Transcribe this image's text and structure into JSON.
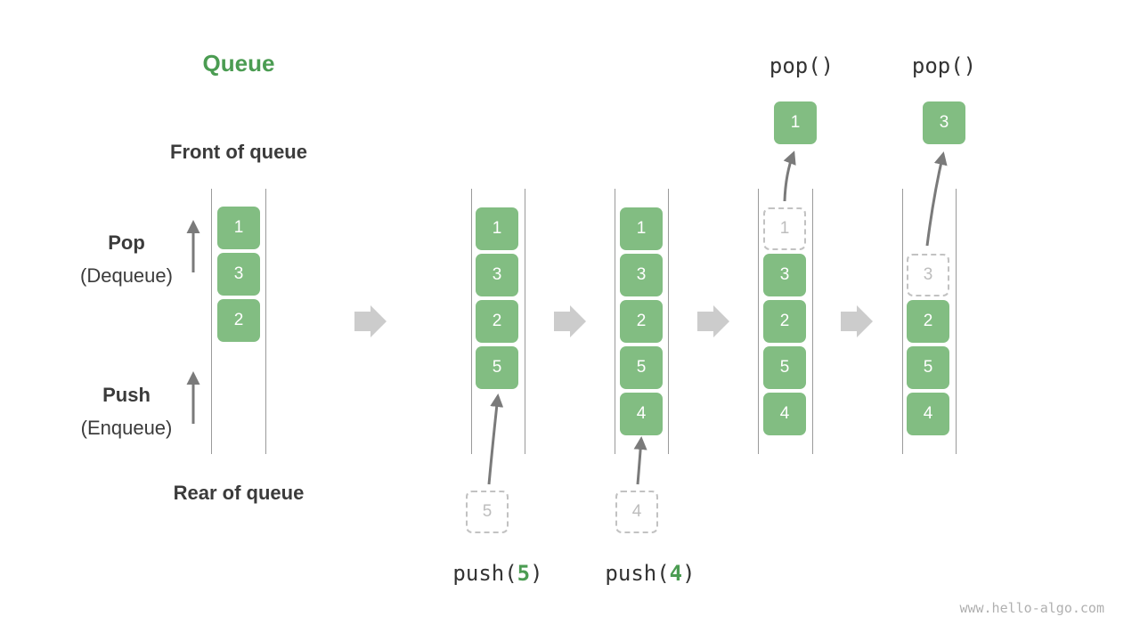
{
  "title": "Queue",
  "labels": {
    "front": "Front of queue",
    "rear": "Rear of queue",
    "pop": "Pop",
    "pop_sub": "(Dequeue)",
    "push": "Push",
    "push_sub": "(Enqueue)"
  },
  "initial_queue": [
    "1",
    "3",
    "2"
  ],
  "steps": [
    {
      "op_prefix": "push(",
      "op_arg": "5",
      "op_suffix": ")",
      "incoming": "5",
      "queue": [
        "1",
        "3",
        "2",
        "5"
      ]
    },
    {
      "op_prefix": "push(",
      "op_arg": "4",
      "op_suffix": ")",
      "incoming": "4",
      "queue": [
        "1",
        "3",
        "2",
        "5",
        "4"
      ]
    },
    {
      "op": "pop()",
      "removed": "1",
      "ghost": "1",
      "queue": [
        "3",
        "2",
        "5",
        "4"
      ]
    },
    {
      "op": "pop()",
      "removed": "3",
      "ghost": "3",
      "queue": [
        "2",
        "5",
        "4"
      ]
    }
  ],
  "watermark": "www.hello-algo.com",
  "colors": {
    "accent": "#4b9c52",
    "cell": "#82bd82",
    "ghost_border": "#c2c2c2",
    "arrow": "#7a7a7a",
    "step_arrow": "#cccccc"
  }
}
